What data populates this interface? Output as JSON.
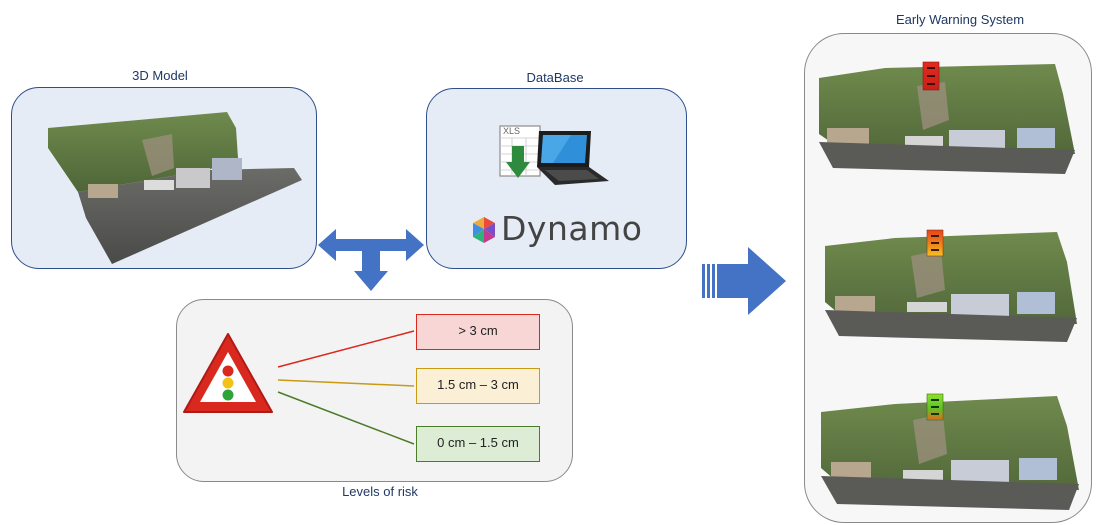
{
  "panels": {
    "model3d": {
      "title": "3D Model"
    },
    "database": {
      "title": "DataBase",
      "xls_label": "XLS",
      "dynamo_label": "Dynamo"
    },
    "risk": {
      "title": "Levels of risk"
    },
    "ews": {
      "title": "Early Warning System"
    }
  },
  "risk_levels": [
    {
      "label": "> 3 cm",
      "color": "#d9281e",
      "fill": "#f8d6d6"
    },
    {
      "label": "1.5 cm – 3 cm",
      "color": "#c99a12",
      "fill": "#fbf0d6"
    },
    {
      "label": "0 cm – 1.5 cm",
      "color": "#4b7c2a",
      "fill": "#ddecd4"
    }
  ],
  "colors": {
    "arrow": "#4472c4",
    "panel_border": "#2f4f8a",
    "panel_fill": "#e6ecf5"
  }
}
